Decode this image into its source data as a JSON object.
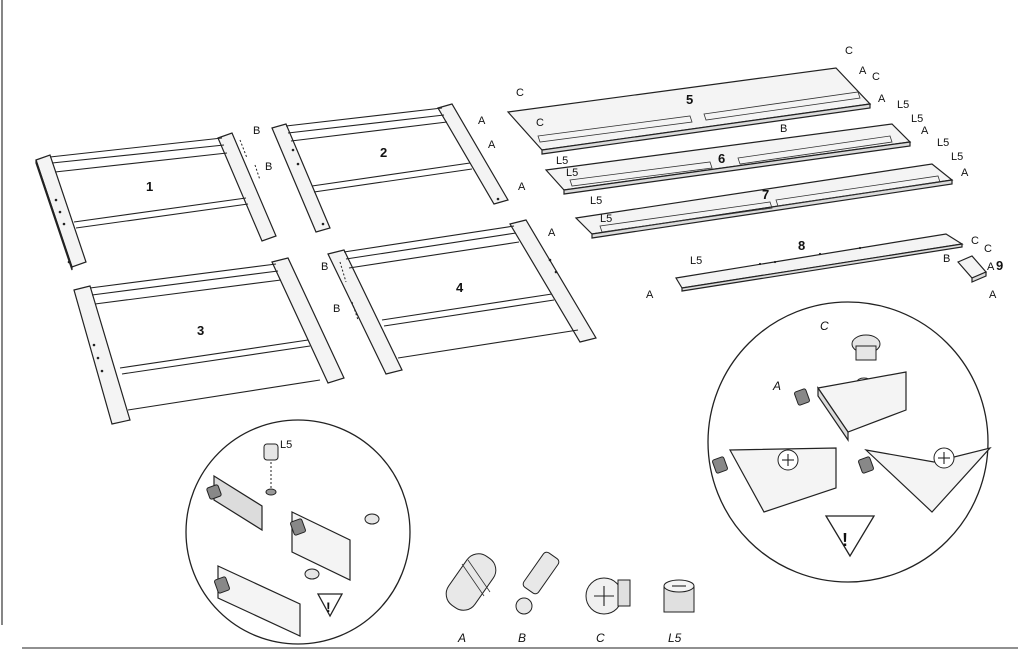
{
  "panels": {
    "p1": "1",
    "p2": "2",
    "p3": "3",
    "p4": "4",
    "p5": "5",
    "p6": "6",
    "p7": "7",
    "p8": "8",
    "p9": "9"
  },
  "fittings": {
    "a": "A",
    "b": "B",
    "c": "C",
    "l5": "L5"
  },
  "hardware_legend": [
    {
      "id": "A",
      "name": "dowel"
    },
    {
      "id": "B",
      "name": "cam-bolt"
    },
    {
      "id": "C",
      "name": "cam-lock"
    },
    {
      "id": "L5",
      "name": "barrel-nut"
    }
  ],
  "detail_left": {
    "pin_label": "L5"
  },
  "detail_right": {
    "pin_label": "C",
    "dowel_label": "A"
  },
  "colors": {
    "line": "#222222",
    "fill": "#f4f4f4",
    "shade": "#dcdcdc"
  }
}
